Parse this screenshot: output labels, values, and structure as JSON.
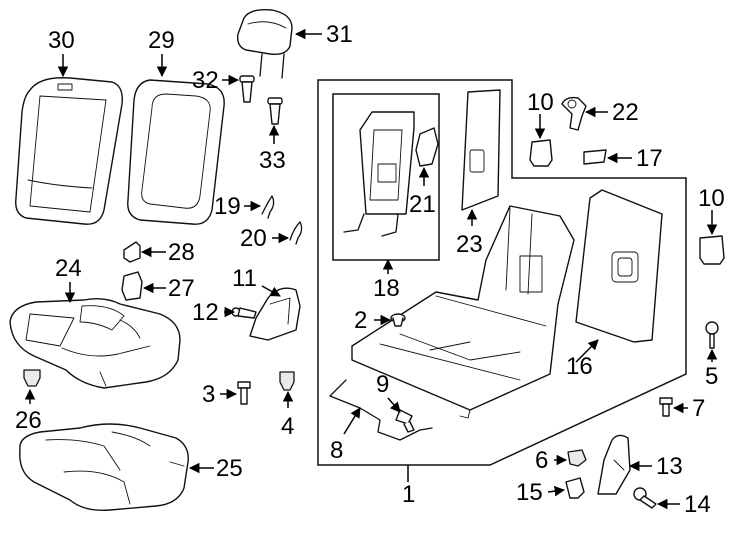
{
  "callouts": [
    {
      "id": "c30",
      "label": "30"
    },
    {
      "id": "c29",
      "label": "29"
    },
    {
      "id": "c31",
      "label": "31"
    },
    {
      "id": "c32",
      "label": "32"
    },
    {
      "id": "c33",
      "label": "33"
    },
    {
      "id": "c19",
      "label": "19"
    },
    {
      "id": "c20",
      "label": "20"
    },
    {
      "id": "c28",
      "label": "28"
    },
    {
      "id": "c27",
      "label": "27"
    },
    {
      "id": "c24",
      "label": "24"
    },
    {
      "id": "c11",
      "label": "11"
    },
    {
      "id": "c12",
      "label": "12"
    },
    {
      "id": "c3",
      "label": "3"
    },
    {
      "id": "c4",
      "label": "4"
    },
    {
      "id": "c26",
      "label": "26"
    },
    {
      "id": "c25",
      "label": "25"
    },
    {
      "id": "c18",
      "label": "18"
    },
    {
      "id": "c21",
      "label": "21"
    },
    {
      "id": "c23",
      "label": "23"
    },
    {
      "id": "c10a",
      "label": "10"
    },
    {
      "id": "c22",
      "label": "22"
    },
    {
      "id": "c17",
      "label": "17"
    },
    {
      "id": "c10b",
      "label": "10"
    },
    {
      "id": "c2",
      "label": "2"
    },
    {
      "id": "c16",
      "label": "16"
    },
    {
      "id": "c5",
      "label": "5"
    },
    {
      "id": "c9",
      "label": "9"
    },
    {
      "id": "c7",
      "label": "7"
    },
    {
      "id": "c8",
      "label": "8"
    },
    {
      "id": "c6",
      "label": "6"
    },
    {
      "id": "c13",
      "label": "13"
    },
    {
      "id": "c15",
      "label": "15"
    },
    {
      "id": "c14",
      "label": "14"
    },
    {
      "id": "c1",
      "label": "1"
    }
  ],
  "colors": {
    "line": "#111111",
    "background": "#ffffff",
    "fill": "#ffffff"
  }
}
